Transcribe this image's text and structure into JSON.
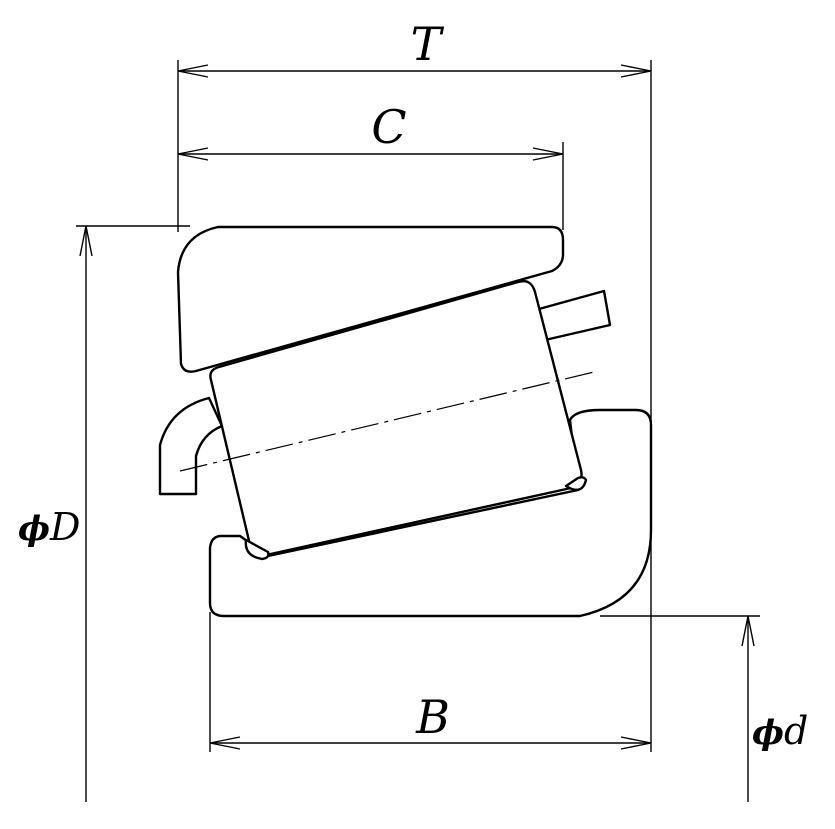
{
  "diagram": {
    "subject": "tapered-roller-bearing-cross-section",
    "labels": {
      "total_width": "T",
      "cup_width": "C",
      "cone_width": "B",
      "outer_diameter_symbol": "ϕ",
      "outer_diameter_letter": "D",
      "bore_diameter_symbol": "ϕ",
      "bore_diameter_letter": "d"
    }
  }
}
